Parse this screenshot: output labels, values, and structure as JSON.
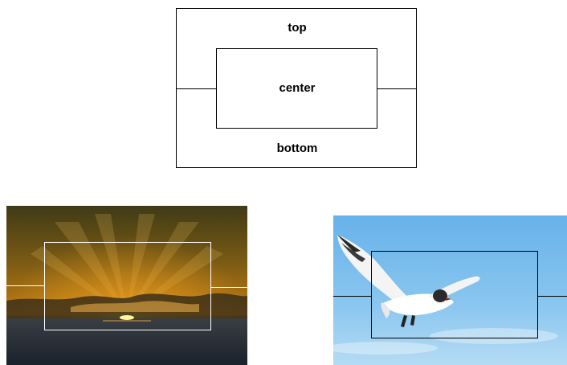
{
  "diagram": {
    "top_label": "top",
    "center_label": "center",
    "bottom_label": "bottom"
  },
  "photos": [
    {
      "name": "sunset-photo",
      "overlay_color": "#ffffff"
    },
    {
      "name": "seagull-photo",
      "overlay_color": "#000000"
    }
  ]
}
